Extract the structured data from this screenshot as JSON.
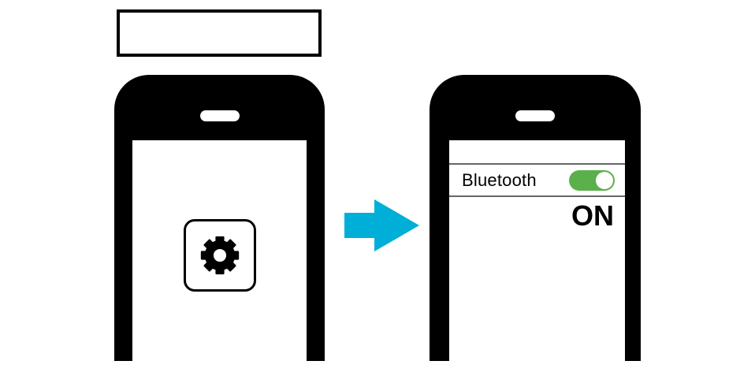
{
  "colors": {
    "arrow": "#00AFD8",
    "toggle_on": "#5BB04C",
    "divider": "#666666",
    "phone": "#000000"
  },
  "label_box": {
    "text": ""
  },
  "left_phone": {
    "app_icon": "gear-icon"
  },
  "arrow": {
    "direction": "right",
    "icon": "arrow-right-icon"
  },
  "right_phone": {
    "bluetooth_label": "Bluetooth",
    "toggle_state": "on",
    "status_text": "ON"
  }
}
